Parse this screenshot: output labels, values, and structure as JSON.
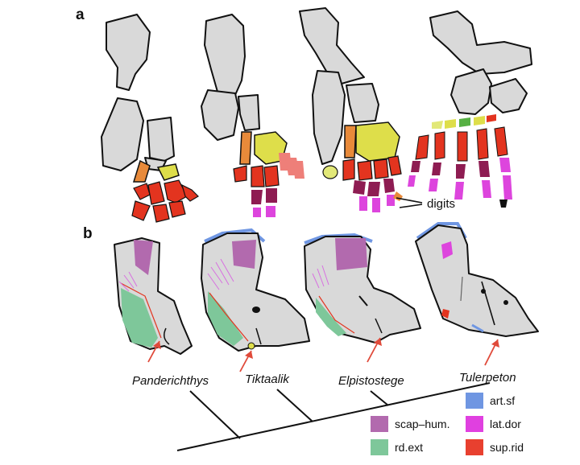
{
  "panels": {
    "a": "a",
    "b": "b"
  },
  "labels": {
    "digits": "digits"
  },
  "taxa": [
    "Panderichthys",
    "Tiktaalik",
    "Elpistostege",
    "Tulerpeton"
  ],
  "legend": [
    {
      "label": "art.sf",
      "color": "#6f96e2"
    },
    {
      "label": "scap–hum.",
      "color": "#b26aae"
    },
    {
      "label": "lat.dor",
      "color": "#e040e0"
    },
    {
      "label": "rd.ext",
      "color": "#7ec79a"
    },
    {
      "label": "sup.rid",
      "color": "#e8402f"
    }
  ],
  "colors": {
    "bone": "#d9d9d9",
    "orange": "#e88a3a",
    "yellow": "#dede4a",
    "red": "#e3341f",
    "pink": "#ee7f79",
    "maroon": "#8e1c52",
    "magenta": "#dd45dd",
    "green": "#56b043",
    "arrow": "#e04a3a"
  }
}
